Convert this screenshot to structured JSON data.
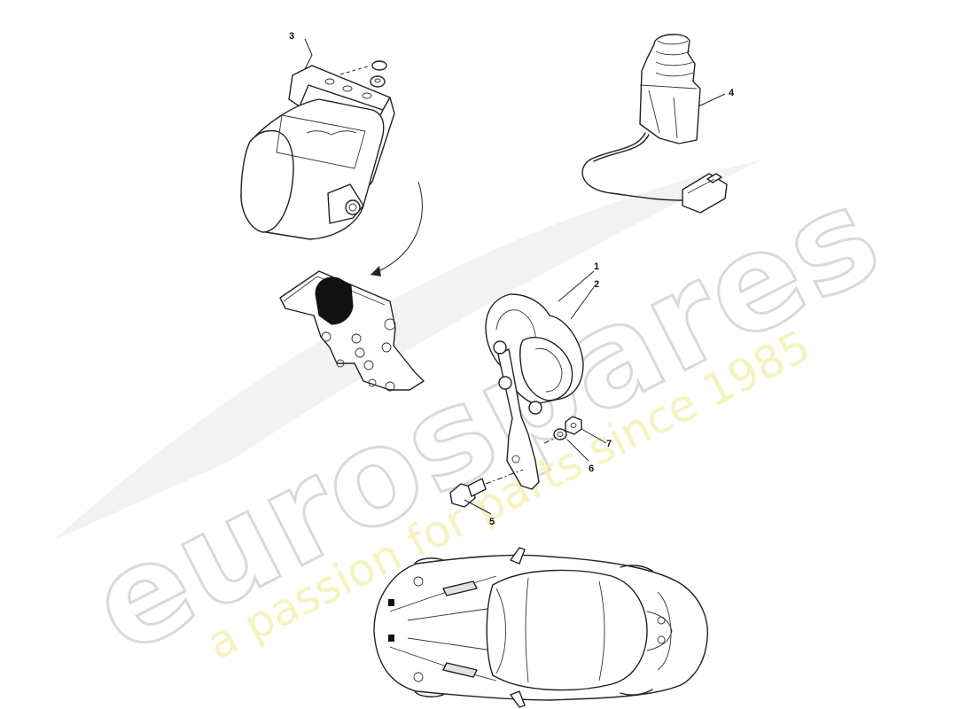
{
  "callouts": {
    "c1": "1",
    "c2": "2",
    "c3": "3",
    "c4": "4",
    "c5": "5",
    "c6": "6",
    "c7": "7"
  },
  "watermark": {
    "brand": "eurospares",
    "tagline": "a passion for parts since 1985",
    "brand_color": "#d9d9d9",
    "tagline_color": "#f4f1b4"
  },
  "components": {
    "horn_1": "horn-icon",
    "horn_bracket_2": "bracket-icon",
    "security_sounder_3": "sounder-icon",
    "horn_switch_4": "switch-icon",
    "bolt_5": "bolt-icon",
    "washer_6": "washer-icon",
    "nut_7": "nut-icon",
    "car_locator": "car-topview-icon"
  }
}
